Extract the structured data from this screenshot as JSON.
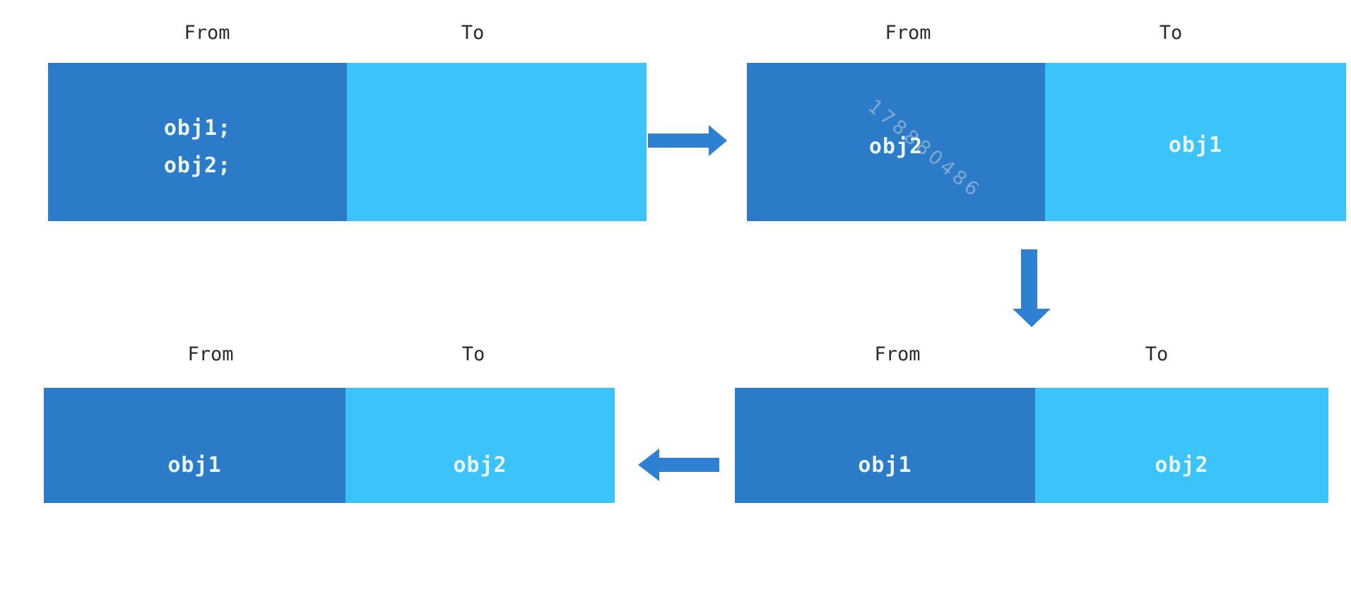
{
  "diagram": {
    "description_colors": {
      "from_space_fill": "#2b7bc9",
      "to_space_fill": "#3cc4fa",
      "arrow_fill": "#2e80d2",
      "label_text": "#2a2a2a",
      "object_text": "#e9f5ff",
      "watermark_text": "#c6cdd6"
    }
  },
  "panels": [
    {
      "position": "top-left",
      "from_label": "From",
      "to_label": "To",
      "from_content": [
        "obj1;",
        "obj2;"
      ],
      "to_content": []
    },
    {
      "position": "top-right",
      "from_label": "From",
      "to_label": "To",
      "from_content": [
        "obj2"
      ],
      "to_content": [
        "obj1"
      ],
      "watermark": "178880486"
    },
    {
      "position": "bottom-right",
      "from_label": "From",
      "to_label": "To",
      "from_content": [
        "obj1"
      ],
      "to_content": [
        "obj2"
      ]
    },
    {
      "position": "bottom-left",
      "from_label": "From",
      "to_label": "To",
      "from_content": [
        "obj1"
      ],
      "to_content": [
        "obj2"
      ]
    }
  ],
  "arrows": [
    {
      "direction": "right",
      "from_panel": "top-left",
      "to_panel": "top-right"
    },
    {
      "direction": "down",
      "from_panel": "top-right",
      "to_panel": "bottom-right"
    },
    {
      "direction": "left",
      "from_panel": "bottom-right",
      "to_panel": "bottom-left"
    }
  ]
}
